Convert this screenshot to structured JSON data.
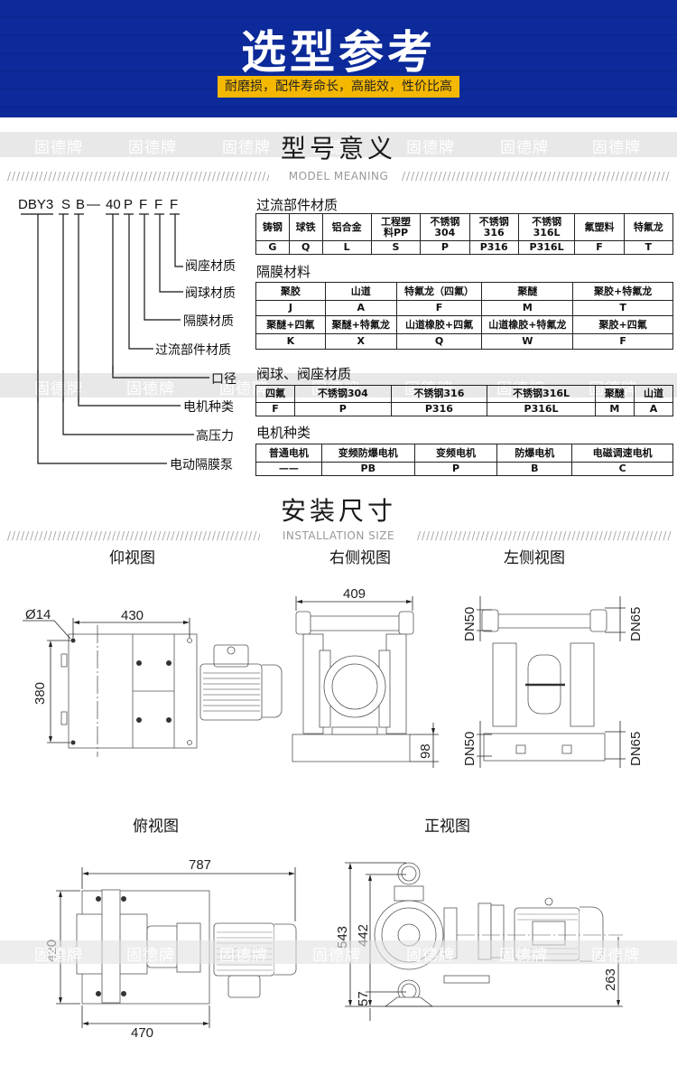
{
  "banner": {
    "title": "选型参考",
    "subtitle": "耐磨损，配件寿命长，高能效，性价比高",
    "colors": {
      "background": "#0c2a9a",
      "subtitle_bg": "#f5b800"
    }
  },
  "watermark": "固德牌",
  "model_section": {
    "title": "型号意义",
    "subtitle": "MODEL MEANING",
    "code_parts": [
      "DBY3",
      "S",
      "B",
      "—",
      "40",
      "P",
      "F",
      "F",
      "F"
    ],
    "legend": [
      {
        "label": "阀座材质",
        "code": "F"
      },
      {
        "label": "阀球材质",
        "code": "F"
      },
      {
        "label": "隔膜材质",
        "code": "F"
      },
      {
        "label": "过流部件材质",
        "code": "P"
      },
      {
        "label": "口径",
        "code": "40"
      },
      {
        "label": "电机种类",
        "code": "B"
      },
      {
        "label": "高压力",
        "code": "S"
      },
      {
        "label": "电动隔膜泵",
        "code": "DBY3"
      }
    ]
  },
  "tables": {
    "wetted": {
      "title": "过流部件材质",
      "names": [
        "铸钢",
        "球铁",
        "铝合金",
        "工程塑料PP",
        "不锈钢304",
        "不锈钢316",
        "不锈钢316L",
        "氟塑料",
        "特氟龙"
      ],
      "names_display": [
        [
          "铸钢"
        ],
        [
          "球铁"
        ],
        [
          "铝合金"
        ],
        [
          "工程塑",
          "料PP"
        ],
        [
          "不锈钢",
          "304"
        ],
        [
          "不锈钢",
          "316"
        ],
        [
          "不锈钢",
          "316L"
        ],
        [
          "氟塑料"
        ],
        [
          "特氟龙"
        ]
      ],
      "codes": [
        "G",
        "Q",
        "L",
        "S",
        "P",
        "P316",
        "P316L",
        "F",
        "T"
      ]
    },
    "diaphragm": {
      "title": "隔膜材料",
      "rows": [
        [
          "聚胶",
          "山道",
          "特氟龙（四氟）",
          "聚醚",
          "聚胶+特氟龙"
        ],
        [
          "J",
          "A",
          "F",
          "M",
          "T"
        ],
        [
          "聚醚+四氟",
          "聚醚+特氟龙",
          "山道橡胶+四氟",
          "山道橡胶+特氟龙",
          "聚胶+四氟"
        ],
        [
          "K",
          "X",
          "Q",
          "W",
          "F"
        ]
      ]
    },
    "ball_seat": {
      "title": "阀球、阀座材质",
      "names": [
        "四氟",
        "不锈钢304",
        "不锈钢316",
        "不锈钢316L",
        "聚醚",
        "山道"
      ],
      "codes": [
        "F",
        "P",
        "P316",
        "P316L",
        "M",
        "A"
      ]
    },
    "motor": {
      "title": "电机种类",
      "names": [
        "普通电机",
        "变频防爆电机",
        "变频电机",
        "防爆电机",
        "电磁调速电机"
      ],
      "codes": [
        "——",
        "PB",
        "P",
        "B",
        "C"
      ]
    }
  },
  "install_section": {
    "title": "安装尺寸",
    "subtitle": "INSTALLATION SIZE",
    "views": {
      "bottom": {
        "title": "仰视图",
        "dims": {
          "hole": "Ø14",
          "width": "430",
          "height": "380"
        }
      },
      "right": {
        "title": "右侧视图",
        "dims": {
          "width": "409",
          "base": "98"
        }
      },
      "left": {
        "title": "左侧视图",
        "dims": {
          "top_left": "DN50",
          "top_right": "DN65",
          "bottom_left": "DN50",
          "bottom_right": "DN65"
        }
      },
      "top": {
        "title": "俯视图",
        "dims": {
          "total_length": "787",
          "depth": "420",
          "base_width": "470"
        }
      },
      "front": {
        "title": "正视图",
        "dims": {
          "total_height": "543",
          "port_height": "442",
          "inlet_height": "57",
          "motor_axis": "263"
        }
      }
    }
  }
}
